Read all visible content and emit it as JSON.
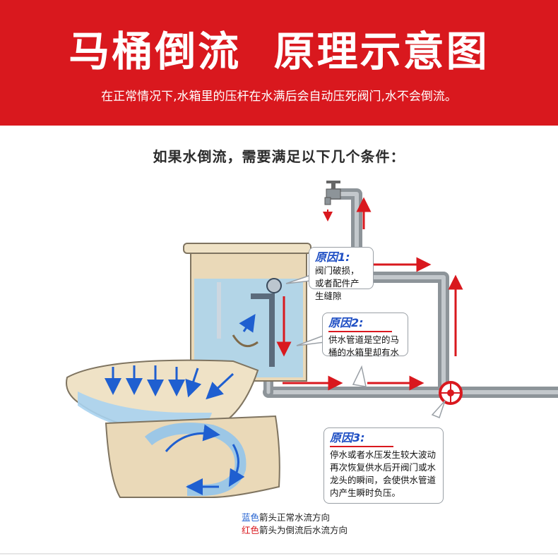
{
  "banner": {
    "title": "马桶倒流  原理示意图",
    "subtitle": "在正常情况下,水箱里的压杆在水满后会自动压死阀门,水不会倒流。"
  },
  "heading": "如果水倒流，需要满足以下几个条件：",
  "callouts": [
    {
      "title": "原因1:",
      "text": "阀门破损，或者配件产生缝隙"
    },
    {
      "title": "原因2:",
      "text": "供水管道是空的马桶的水箱里却有水"
    },
    {
      "title": "原因3:",
      "text": "停水或者水压发生较大波动再次恢复供水后开阀门或水龙头的瞬间，会使供水管道内产生瞬时负压。"
    }
  ],
  "legend": {
    "blue_word": "蓝色",
    "blue_rest": "箭头正常水流方向",
    "red_word": "红色",
    "red_rest": "箭头为倒流后水流方向"
  },
  "colors": {
    "banner_red": "#d9181e",
    "callout_title_blue": "#1f4fc4",
    "normal_flow_blue": "#1f5fd0",
    "backflow_red": "#d9181e",
    "pipe_gray": "#8d9499",
    "toilet_beige": "#ead9b8",
    "water_blue": "#a9d3ef"
  },
  "icons": [
    "faucet-icon",
    "valve-wheel-icon",
    "flow-arrow-icon"
  ]
}
